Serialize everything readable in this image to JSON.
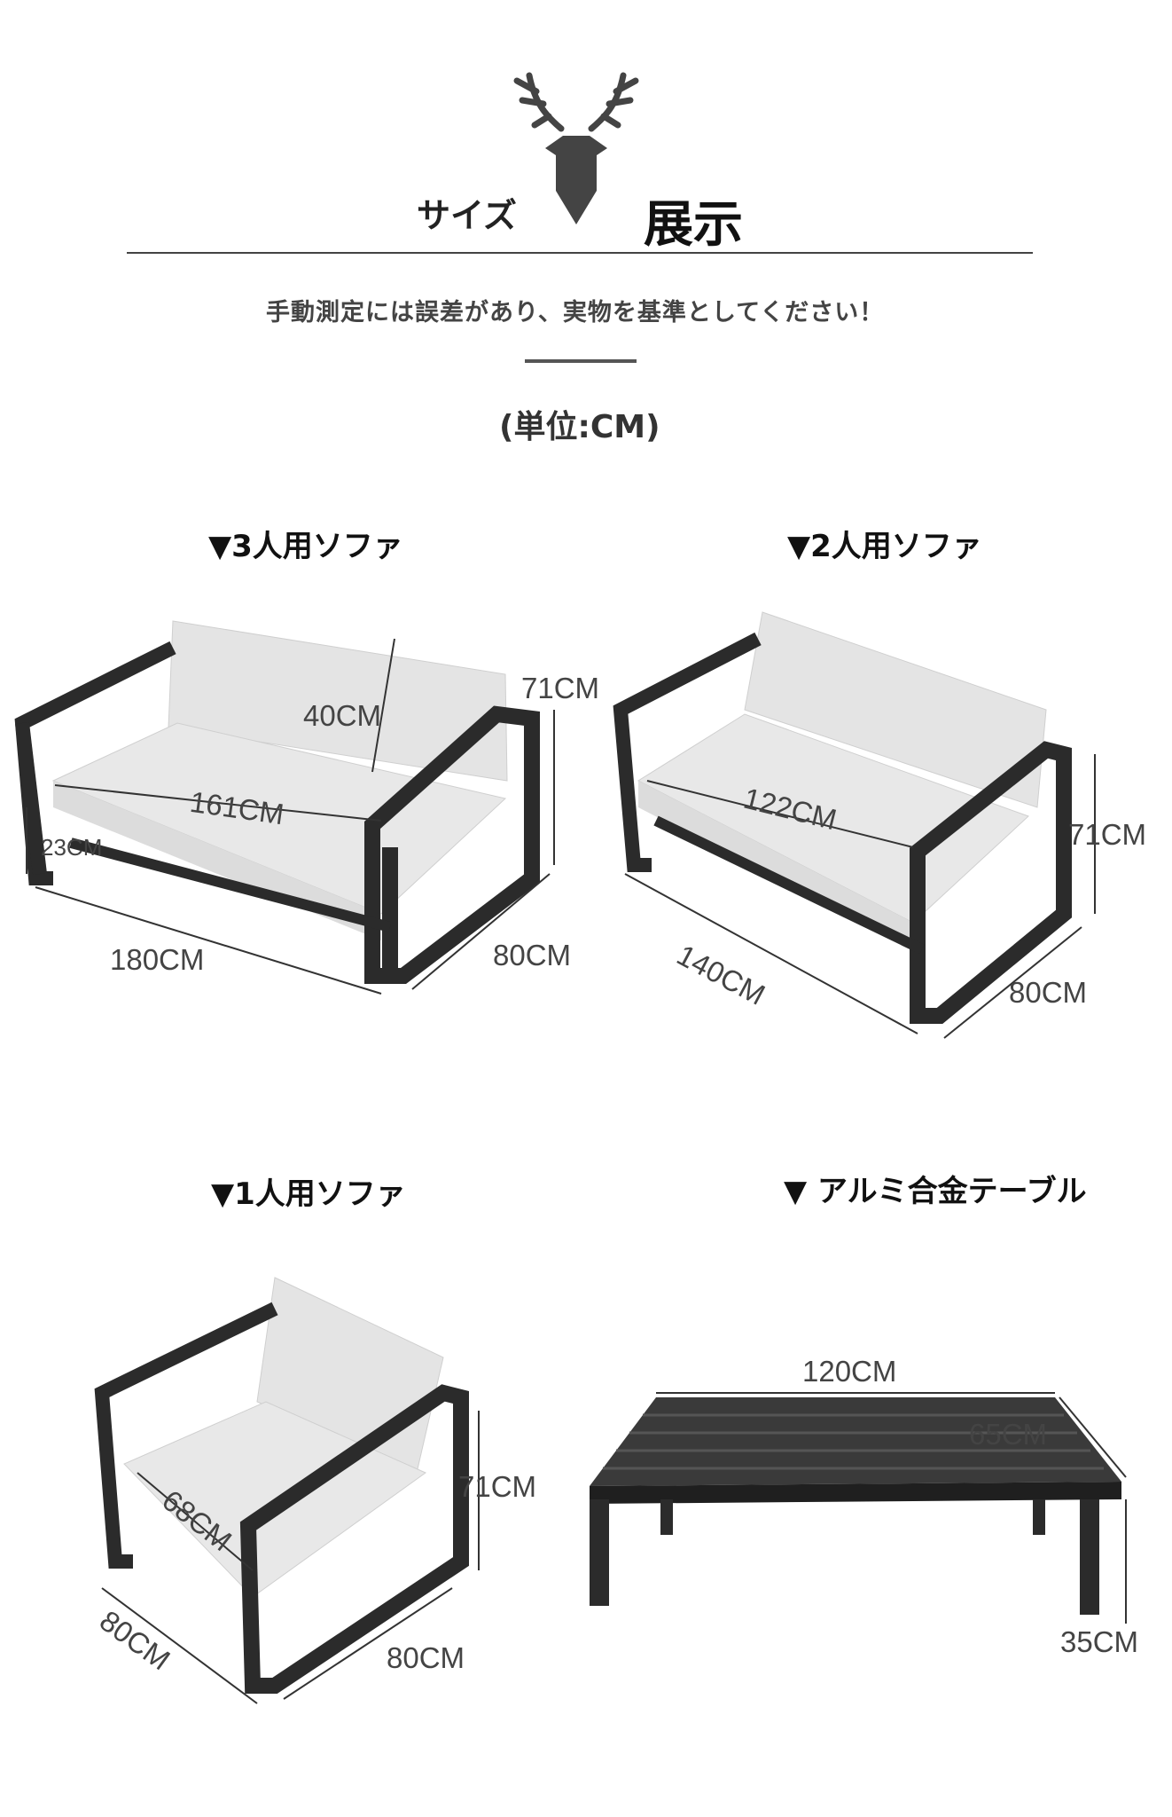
{
  "header": {
    "title_small": "サイズ",
    "title_big": "展示",
    "note": "手動測定には誤差があり、実物を基準としてください！",
    "unit": "(単位:CM)"
  },
  "sections": {
    "sofa3": {
      "title": "▼3人用ソファ",
      "dims": {
        "seat_width": "161CM",
        "back_height": "40CM",
        "height": "71CM",
        "seat_height": "23CM",
        "length": "180CM",
        "depth": "80CM"
      }
    },
    "sofa2": {
      "title": "▼2人用ソファ",
      "dims": {
        "seat_width": "122CM",
        "height": "71CM",
        "length": "140CM",
        "depth": "80CM"
      }
    },
    "sofa1": {
      "title": "▼1人用ソファ",
      "dims": {
        "seat_width": "68CM",
        "height": "71CM",
        "length": "80CM",
        "depth": "80CM"
      }
    },
    "table": {
      "title": "▼ アルミ合金テーブル",
      "dims": {
        "length": "120CM",
        "width": "65CM",
        "height": "35CM"
      }
    }
  },
  "colors": {
    "frame": "#2b2b2b",
    "cushion": "#e6e6e6",
    "line": "#333333"
  },
  "icons": {
    "logo": "deer-head-icon"
  }
}
